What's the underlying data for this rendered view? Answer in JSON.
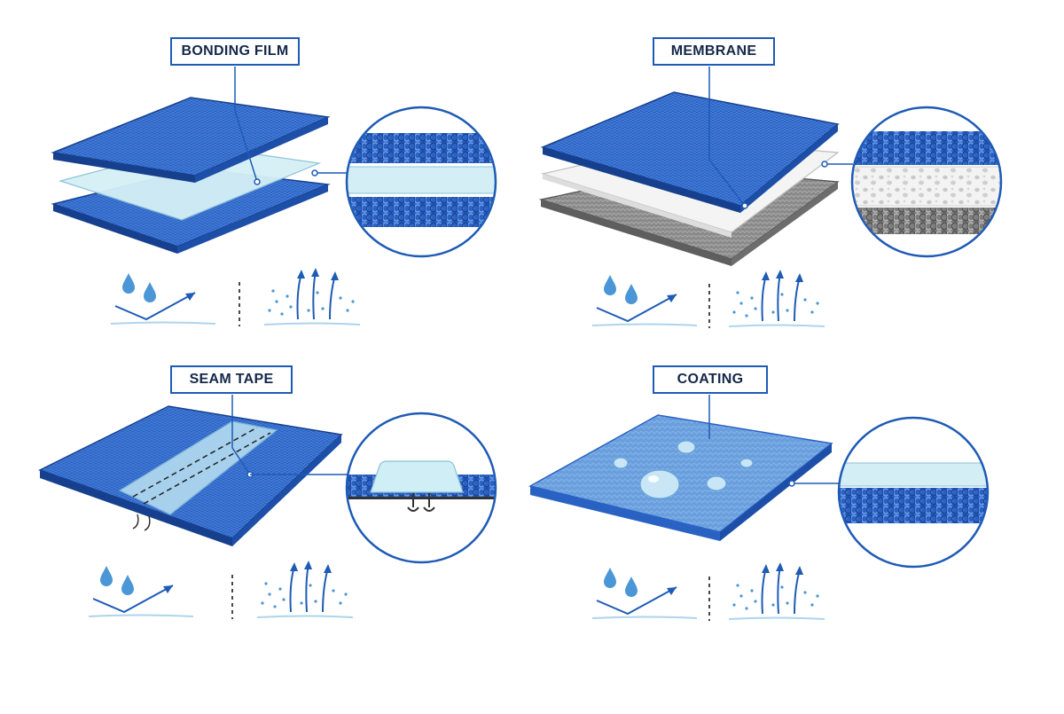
{
  "panels": [
    {
      "id": "bonding-film",
      "label": "BONDING FILM"
    },
    {
      "id": "membrane",
      "label": "MEMBRANE"
    },
    {
      "id": "seam-tape",
      "label": "SEAM TAPE"
    },
    {
      "id": "coating",
      "label": "COATING"
    }
  ],
  "icons": {
    "water_repel": "water-drop-deflect-icon",
    "breathability": "vapor-breathable-icon"
  },
  "colors": {
    "fabric": "#2a62c4",
    "fabric_dark": "#16408e",
    "film": "#d5f0f6",
    "membrane": "#f4f4f4",
    "grey_layer": "#8e8e8e",
    "callout": "#1e5bb5",
    "drop": "#4a96d6"
  }
}
